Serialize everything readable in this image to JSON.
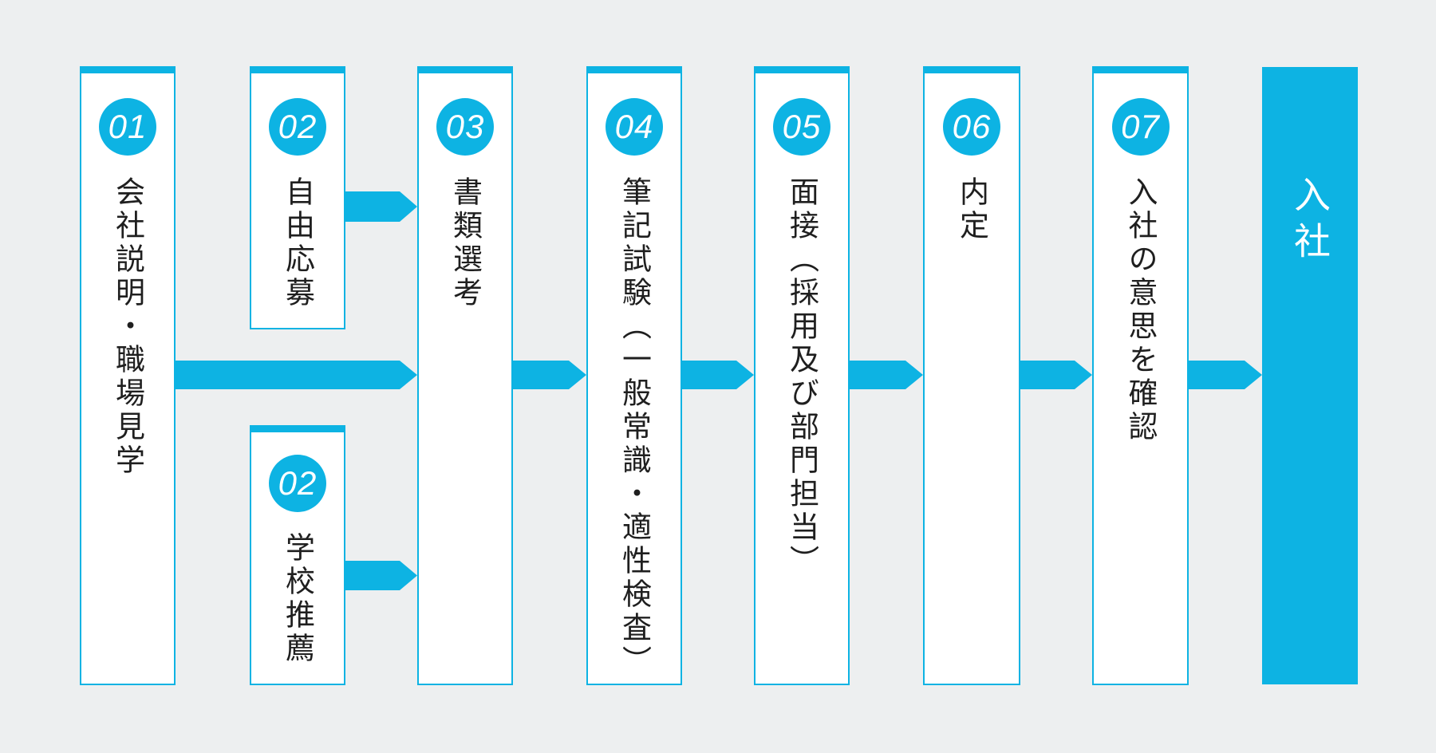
{
  "diagram": {
    "kind": "recruitment-flow",
    "colors": {
      "accent": "#0db3e3",
      "background": "#edeff0",
      "text": "#1f1f1f",
      "box_bg": "#ffffff",
      "number_text": "#ffffff"
    },
    "steps": [
      {
        "number": "01",
        "label": "会社説明・職場見学"
      },
      {
        "number": "02",
        "label": "自由応募"
      },
      {
        "number": "02",
        "label": "学校推薦"
      },
      {
        "number": "03",
        "label": "書類選考"
      },
      {
        "number": "04",
        "label": "筆記試験（一般常識・適性検査）"
      },
      {
        "number": "05",
        "label": "面接（採用及び部門担当）"
      },
      {
        "number": "06",
        "label": "内定"
      },
      {
        "number": "07",
        "label": "入社の意思を確認"
      }
    ],
    "final_step": {
      "label": "入社"
    }
  }
}
